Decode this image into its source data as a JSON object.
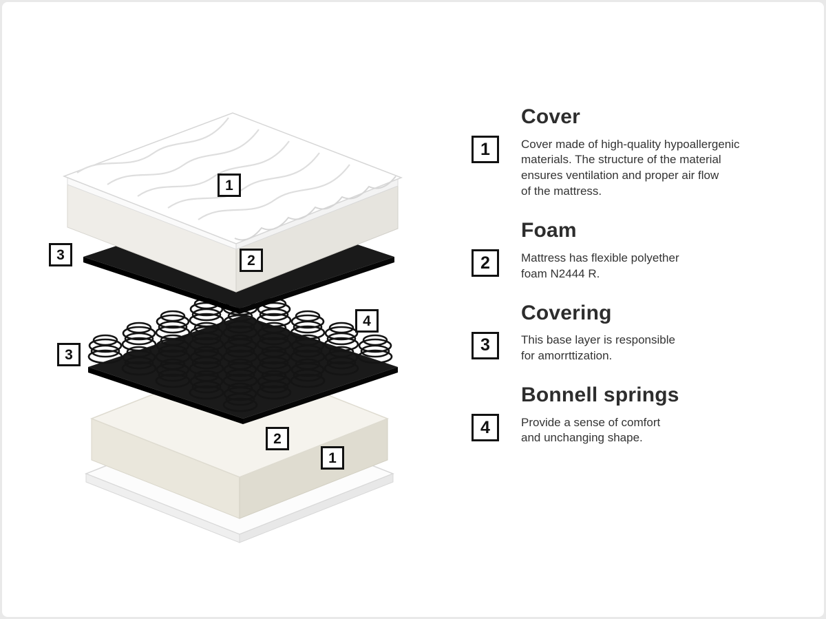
{
  "sections": [
    {
      "num": "1",
      "title": "Cover",
      "desc": "Cover made of high-quality hypoallergenic\nmaterials. The structure of the material\nensures ventilation and proper air flow\nof the mattress."
    },
    {
      "num": "2",
      "title": "Foam",
      "desc": "Mattress has flexible polyether\nfoam N2444 R."
    },
    {
      "num": "3",
      "title": "Covering",
      "desc": "This base layer is responsible\nfor amorrttization."
    },
    {
      "num": "4",
      "title": "Bonnell springs",
      "desc": "Provide a sense of comfort\nand unchanging shape."
    }
  ],
  "diagram": {
    "badges": [
      {
        "label": "1",
        "layer": "cover-top"
      },
      {
        "label": "2",
        "layer": "foam-top"
      },
      {
        "label": "3",
        "layer": "covering-upper"
      },
      {
        "label": "4",
        "layer": "bonnell-springs"
      },
      {
        "label": "3",
        "layer": "covering-lower"
      },
      {
        "label": "2",
        "layer": "foam-bottom"
      },
      {
        "label": "1",
        "layer": "cover-bottom"
      }
    ]
  },
  "colors": {
    "badge_border": "#111111",
    "heading": "#2d2d2d",
    "body_text": "#333333",
    "sheet_black": "#1a1a1a",
    "foam_cream": "#f5f3ed"
  }
}
